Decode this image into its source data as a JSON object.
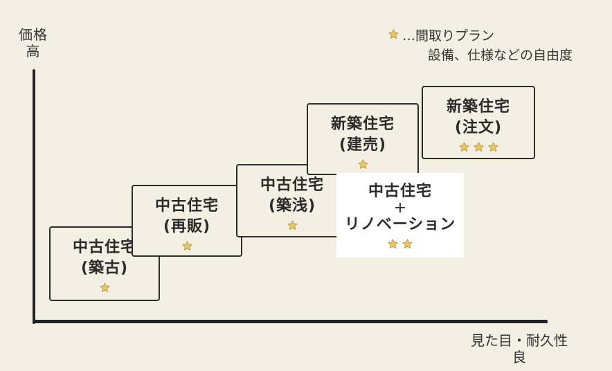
{
  "axes": {
    "y_label_line1": "価格",
    "y_label_line2": "高",
    "x_label_line1": "見た目・耐久性",
    "x_label_line2": "良"
  },
  "legend": {
    "line1": "…間取りプラン",
    "line2": "設備、仕様などの自由度",
    "star_color": "#e8c96a"
  },
  "boxes": [
    {
      "line1": "中古住宅",
      "line2": "(築古)",
      "stars": 1
    },
    {
      "line1": "中古住宅",
      "line2": "(再販)",
      "stars": 1
    },
    {
      "line1": "中古住宅",
      "line2": "(築浅)",
      "stars": 1
    },
    {
      "line1": "新築住宅",
      "line2": "(建売)",
      "stars": 1
    },
    {
      "line1": "新築住宅",
      "line2": "(注文)",
      "stars": 3
    }
  ],
  "renovation": {
    "line1": "中古住宅",
    "plus": "+",
    "line2": "リノベーション",
    "stars": 2
  }
}
